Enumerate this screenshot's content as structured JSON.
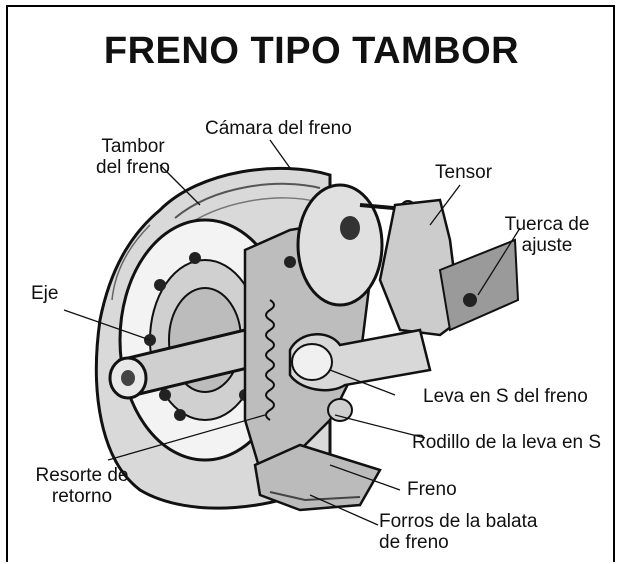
{
  "title": "FRENO TIPO TAMBOR",
  "labels": {
    "camara": "Cámara del freno",
    "tambor_1": "Tambor",
    "tambor_2": "del freno",
    "tensor": "Tensor",
    "tuerca_1": "Tuerca de",
    "tuerca_2": "ajuste",
    "eje": "Eje",
    "leva": "Leva en S del freno",
    "rodillo": "Rodillo de la leva en S",
    "resorte_1": "Resorte de",
    "resorte_2": "retorno",
    "freno": "Freno",
    "forros_1": "Forros de la balata",
    "forros_2": "de freno"
  },
  "colors": {
    "ink": "#111111",
    "background": "#ffffff"
  }
}
